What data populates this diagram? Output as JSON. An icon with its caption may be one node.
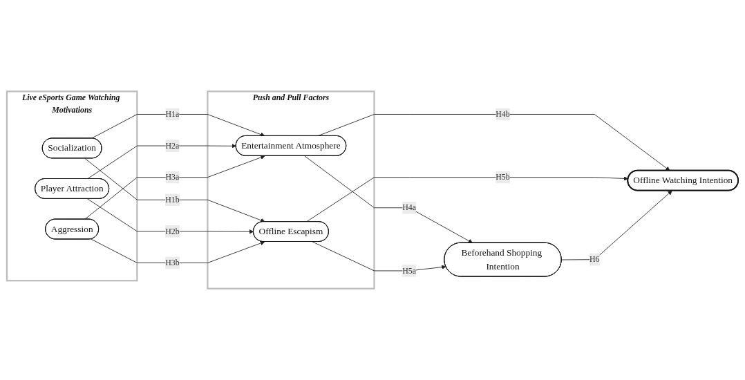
{
  "diagram": {
    "nodes": [
      {
        "text": [
          "Live eSports Game Watching Motivations"
        ]
      },
      {
        "text": [
          "Socialization"
        ],
        "in": 0
      },
      {
        "text": [
          "Player Attraction"
        ],
        "in": 0
      },
      {
        "text": [
          "Aggression"
        ],
        "in": 0
      },
      {
        "text": [
          "Push and Pull Factors"
        ]
      },
      {
        "text": [
          "Entertainment Atmosphere"
        ],
        "in": 4
      },
      {
        "text": [
          "Offline Escapism"
        ],
        "in": 4
      },
      {
        "text": [
          "Beforehand Shopping Intention"
        ]
      },
      {
        "text": [
          "Offline Watching Intention"
        ]
      }
    ],
    "edges": [
      {
        "from": 1,
        "to": 5,
        "arrow": "to",
        "label": "H1a"
      },
      {
        "from": 1,
        "to": 6,
        "arrow": "to",
        "label": "H1b"
      },
      {
        "from": 2,
        "to": 5,
        "arrow": "to",
        "label": "H2a"
      },
      {
        "from": 2,
        "to": 6,
        "arrow": "to",
        "label": "H2b"
      },
      {
        "from": 3,
        "to": 5,
        "arrow": "to",
        "label": "H3a"
      },
      {
        "from": 3,
        "to": 6,
        "arrow": "to",
        "label": "H3b"
      },
      {
        "from": 5,
        "to": 7,
        "arrow": "to",
        "label": "H4a"
      },
      {
        "from": 5,
        "to": 8,
        "arrow": "to",
        "label": "H4b"
      },
      {
        "from": 6,
        "to": 7,
        "arrow": "to",
        "label": "H5a"
      },
      {
        "from": 6,
        "to": 8,
        "arrow": "to",
        "label": "H5b"
      },
      {
        "from": 7,
        "to": 8,
        "arrow": "to",
        "label": "H6"
      }
    ]
  }
}
